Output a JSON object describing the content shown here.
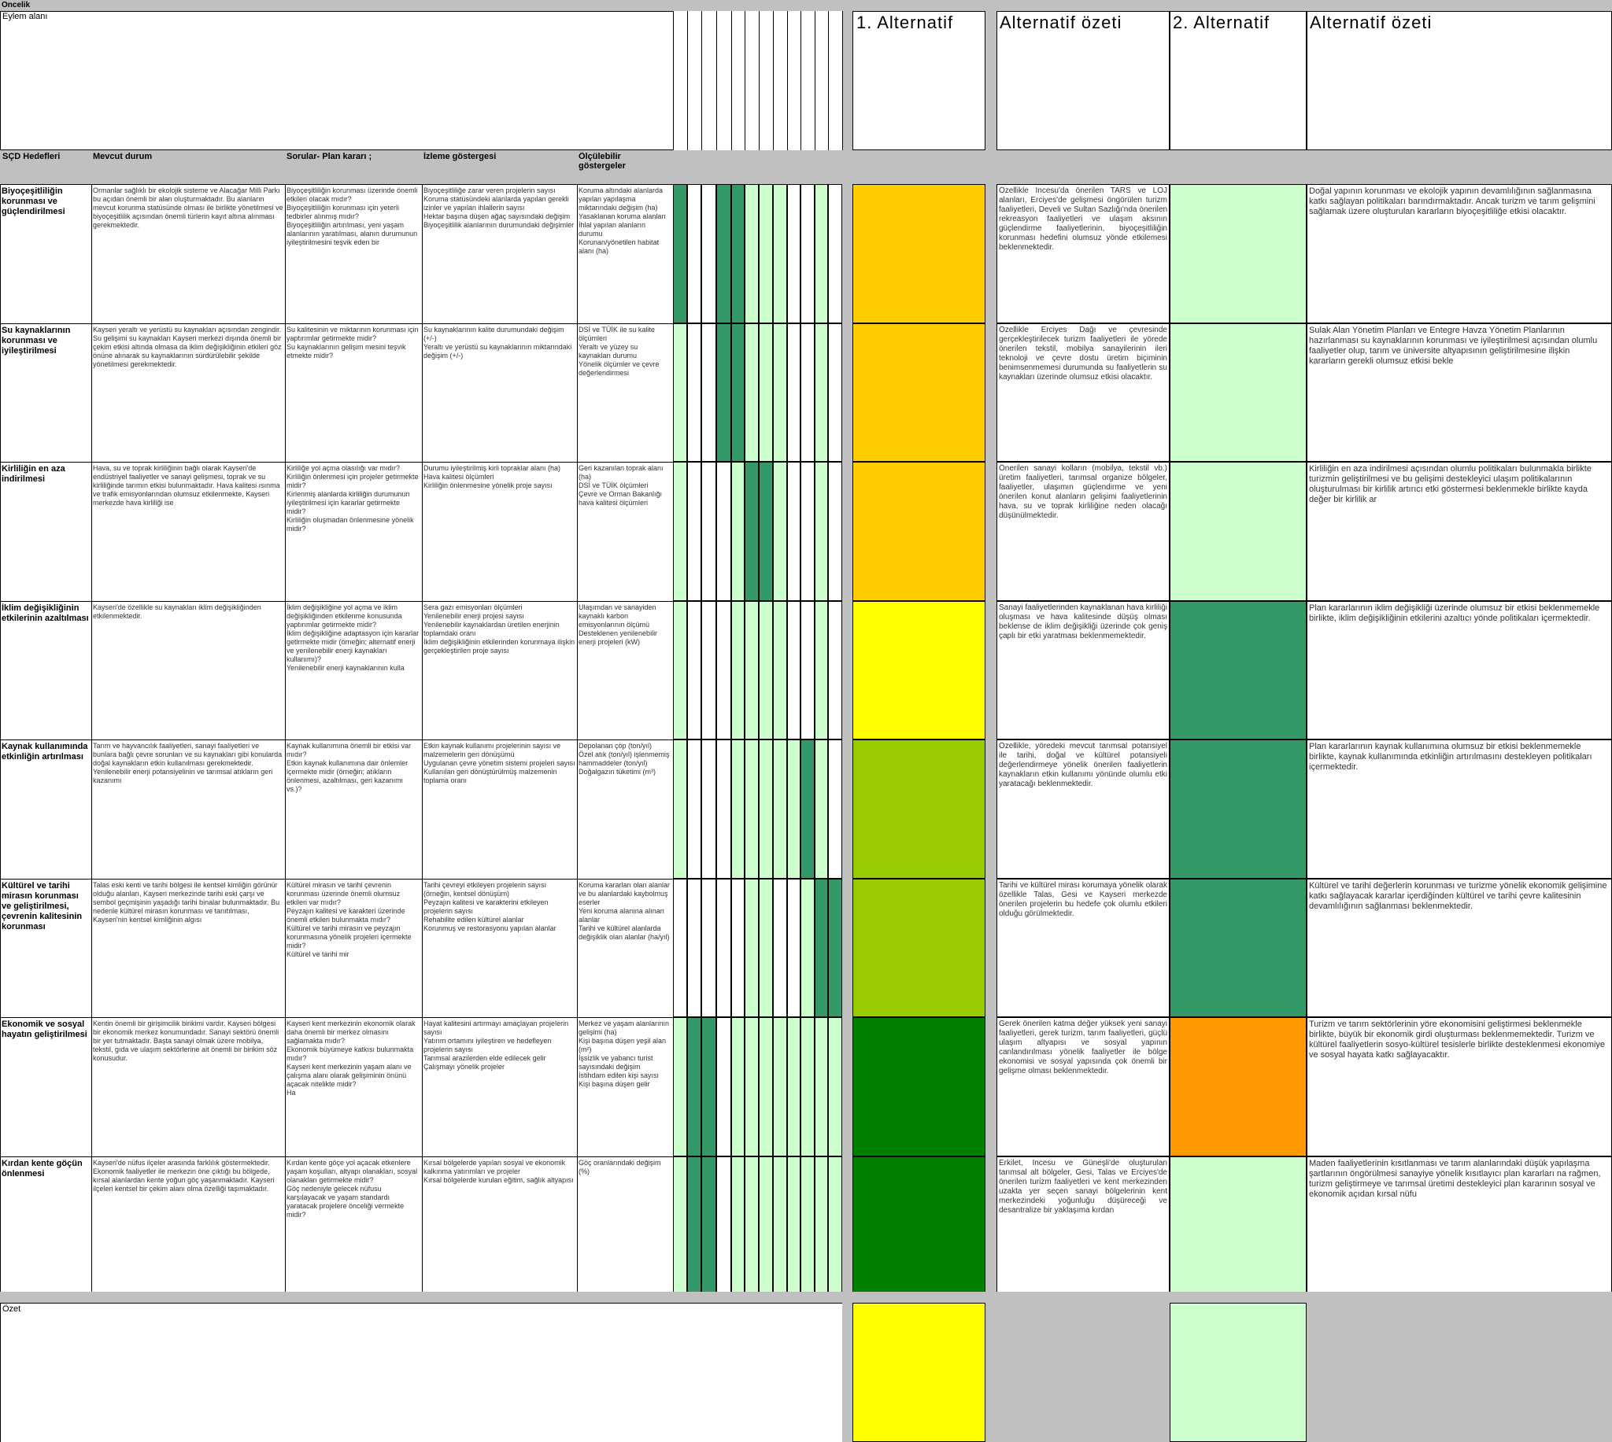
{
  "colors": {
    "header_gray": "#c0c0c0",
    "orange_light": "#ffcc00",
    "yellow": "#ffff00",
    "yellow_green": "#99cc00",
    "green_dark": "#008000",
    "green_mid": "#339966",
    "green_light": "#ccffcc",
    "orange": "#ff9900"
  },
  "top": {
    "oncelik": "Öncelik",
    "eylem_alani": "Eylem alanı"
  },
  "alt_headers": {
    "alt1": "1. Alternatif",
    "alt1_summary": "Alternatif özeti",
    "alt2": "2. Alternatif",
    "alt2_summary": "Alternatif özeti"
  },
  "columns": {
    "scd": "SÇD Hedefleri",
    "mevcut": "Mevcut durum",
    "sorular": "Sorular- Plan kararı ;",
    "izleme": "İzleme göstergesi",
    "olculebilir": "Ölçülebilir\ngöstergeler"
  },
  "rows": [
    {
      "title": "Biyoçeşitliliğin korunması ve güçlendirilmesi",
      "mevcut": "Ormanlar sağlıklı bir ekolojik sisteme ve Alacağar Milli Parkı bu açıdan önemli bir alan oluşturmaktadır. Bu alanların mevcut korunma statüsünde olması ile birlikte yönetilmesi ve biyoçeşitlilik açısından önemli türlerin kayıt altına alınması gerekmektedir.",
      "sorular": "Biyoçeşitliliğin korunması üzerinde önemli etkileri olacak mıdır?\nBiyoçeşitliliğin korunması için yeterli tedbirler alınmış mıdır?\nBiyoçeşitliliğin artırılması, yeni yaşam alanlarının yaratılması, alanın durumunun iyileştirilmesini teşvik eden bir",
      "izleme": "Biyoçeşitliliğe zarar veren projelerin sayısı\nKoruma statüsündeki alanlarda yapılan gerekli izinler ve yapılan ihlallerin sayısı\nHektar başına düşen ağaç sayısındaki değişim\nBiyoçeşitlilik alanlarının durumundaki değişimler",
      "olculebilir": "Koruma altındaki alanlarda yapılan yapılaşma miktarındaki değişim (ha)\nYasaklanan koruma alanları\nİhlal yapılan alanların durumu\nKorunan/yönetilen habitat alanı (ha)",
      "alt1_summary": "Özellikle İncesu'da önerilen TARS ve LOJ alanları, Erciyes'de gelişmesi öngörülen turizm faaliyetleri, Develi ve Sultan Sazlığı'nda önerilen rekreasyon faaliyetleri ve ulaşım aksının güçlendirme faaliyetlerinin, biyoçeşitliliğin korunması hedefini olumsuz yönde etkilemesi beklenmektedir.",
      "alt2_summary": "Doğal yapının korunması ve ekolojik yapının devamlılığının sağlanmasına katkı sağlayan politikaları barındırmaktadır. Ancak turizm ve tarım gelişmini sağlamak üzere oluşturulan kararların biyoçeşitliliğe etkisi olacaktır.",
      "alt1_color": "#ffcc00",
      "alt2_color": "#ccffcc",
      "grid": [
        "#339966",
        "#ffffff",
        "#ffffff",
        "#339966",
        "#339966",
        "#ccffcc",
        "#ccffcc",
        "#ccffcc",
        "#ffffff",
        "#ffffff",
        "#ccffcc",
        "#ffffff"
      ]
    },
    {
      "title": "Su kaynaklarının korunması ve iyileştirilmesi",
      "mevcut": "Kayseri yeraltı ve yerüstü su kaynakları açısından zengindir. Su gelişimi su kaynakları Kayseri merkezi dışında önemli bir çekim etkisi altında olmasa da iklim değişikliğinin etkileri göz önüne alınarak su kaynaklarının sürdürülebilir şekilde yönetilmesi gerekmektedir.",
      "sorular": "Su kalitesinin ve miktarının korunması için yaptırımlar getirmekte midir?\nSu kaynaklarının gelişim mesini teşvik etmekte midir?",
      "izleme": "Su kaynaklarının kalite durumundaki değişim (+/-)\nYeraltı ve yerüstü su kaynaklarının miktarındaki değişim (+/-)",
      "olculebilir": "DSİ ve TÜİK ile su kalite ölçümleri\nYeraltı ve yüzey su kaynakları durumu\nYönelik ölçümler ve çevre değerlendirmesi",
      "alt1_summary": "Özellikle Erciyes Dağı ve çevresinde gerçekleştirilecek turizm faaliyetleri ile yörede önerilen tekstil, mobilya sanayilerinin ileri teknoloji ve çevre dostu üretim biçiminin benimsenmemesi durumunda su faaliyetlerin su kaynakları üzerinde olumsuz etkisi olacaktır.",
      "alt2_summary": "Sulak Alan Yönetim Planları ve Entegre Havza Yönetim Planlarının hazırlanması su kaynaklarının korunması ve iyileştirilmesi açısından olumlu faaliyetler olup, tarım ve üniversite altyapısının geliştirilmesine ilişkin kararların gerekli olumsuz etkisi bekle",
      "alt1_color": "#ffcc00",
      "alt2_color": "#ccffcc",
      "grid": [
        "#ccffcc",
        "#ffffff",
        "#ffffff",
        "#339966",
        "#339966",
        "#ccffcc",
        "#ccffcc",
        "#ccffcc",
        "#ffffff",
        "#ffffff",
        "#ccffcc",
        "#ffffff"
      ]
    },
    {
      "title": "Kirliliğin en aza indirilmesi",
      "mevcut": "Hava, su ve toprak kirliliğinin bağlı olarak Kayseri'de endüstriyel faaliyetler ve sanayi gelişmesi, toprak ve su kirliliğinde tarımın etkisi bulunmaktadır. Hava kalitesi ısınma ve trafik emisyonlarından olumsuz etkilenmekte, Kayseri merkezde hava kirliliği ise",
      "sorular": "Kirliliğe yol açma olasılığı var mıdır?\nKirliliğin önlenmesi için projeler getirmekte midir?\nKirlenmiş alanlarda kirliliğin durumunun iyileştirilmesi için kararlar getirmekte midir?\nKirliliğin oluşmadan önlenmesine yönelik midir?",
      "izleme": "Durumu iyileştirilmiş kirli topraklar alanı (ha)\nHava kalitesi ölçümleri\nKirliliğin önlenmesine yönelik proje sayısı",
      "olculebilir": "Geri kazanılan toprak alanı (ha)\nDSİ ve TÜİK ölçümleri\nÇevre ve Orman Bakanlığı hava kalitesi ölçümleri",
      "alt1_summary": "Önerilen sanayi kolların (mobilya, tekstil vb.) üretim faaliyetleri, tarımsal organize bölgeler, faaliyetler, ulaşımın güçlendirme ve yeni önerilen konut alanların gelişimi faaliyetlerinin hava, su ve toprak kirliliğine neden olacağı düşünülmektedir.",
      "alt2_summary": "Kirliliğin en aza indirilmesi açısından olumlu politikaları bulunmakla birlikte turizmin geliştirilmesi ve bu gelişimi destekleyici ulaşım politikalarının oluşturulması bir kirlilik artırıcı etki göstermesi beklenmekle birlikte kayda değer bir kirlilik ar",
      "alt1_color": "#ffcc00",
      "alt2_color": "#ccffcc",
      "grid": [
        "#ccffcc",
        "#ffffff",
        "#ffffff",
        "#ffffff",
        "#ccffcc",
        "#339966",
        "#339966",
        "#ccffcc",
        "#ffffff",
        "#ffffff",
        "#ccffcc",
        "#ffffff"
      ]
    },
    {
      "title": "İklim değişikliğinin etkilerinin azaltılması",
      "mevcut": "Kayseri'de özellikle su kaynakları iklim değişikliğinden etkilenmektedir.",
      "sorular": "İklim değişikliğine yol açma ve iklim değişikliğinden etkilenme konusunda yaptırımlar getirmekte midir?\nİklim değişikliğine adaptasyon için kararlar getirmekte midir (örneğin; alternatif enerji ve yenilenebilir enerji kaynakları kullanımı)?\nYenilenebilir enerji kaynaklarının kulla",
      "izleme": "Sera gazı emisyonları ölçümleri\nYenilenebilir enerji projesi sayısı\nYenilenebilir kaynaklardan üretilen enerjinin toplamdaki oranı\nİklim değişikliğinin etkilerinden korunmaya ilişkin gerçekleştirilen proje sayısı",
      "olculebilir": "Ulaşımdan ve sanayiden kaynaklı karbon emisyonlarının ölçümü\nDesteklenen yenilenebilir enerji projeleri (kW)",
      "alt1_summary": "Sanayi faaliyetlerinden kaynaklanan hava kirliliği oluşması ve hava kalitesinde düşüş olması beklense de iklim değişikliği üzerinde çok geniş çaplı bir etki yaratması beklenmemektedir.",
      "alt2_summary": "Plan kararlarının iklim değişikliği üzerinde olumsuz bir etkisi beklenmemekle birlikte, iklim değişikliğinin etkilerini azaltıcı yönde politikaları içermektedir.",
      "alt1_color": "#ffff00",
      "alt2_color": "#339966",
      "grid": [
        "#ccffcc",
        "#ffffff",
        "#ffffff",
        "#ffffff",
        "#ccffcc",
        "#ccffcc",
        "#ccffcc",
        "#ccffcc",
        "#ffffff",
        "#ffffff",
        "#ccffcc",
        "#ffffff"
      ]
    },
    {
      "title": "Kaynak kullanımında etkinliğin artırılması",
      "mevcut": "Tarım ve hayvancılık faaliyetleri, sanayi faaliyetleri ve bunlara bağlı çevre sorunları ve su kaynakları gibi konularda doğal kaynakların etkin kullanılması gerekmektedir. Yenilenebilir enerji potansiyelinin ve tarımsal atıkların geri kazanımı",
      "sorular": "Kaynak kullanımına önemli bir etkisi var mıdır?\nEtkin kaynak kullanımına dair önlemler içermekte midir (örneğin; atıkların önlenmesi, azaltılması, geri kazanımı vs.)?",
      "izleme": "Etkin kaynak kullanımı projelerinin sayısı ve malzemelerin geri dönüşümü\nUygulanan çevre yönetim sistemi projeleri sayısı\nKullanılan geri dönüştürülmüş malzemenin toplama oranı",
      "olculebilir": "Depolanan çöp (ton/yıl)\nÖzel atık (ton/yıl) işlenmemiş hammaddeler (ton/yıl)\nDoğalgazın tüketimi (m³)",
      "alt1_summary": "Özellikle, yöredeki mevcut tarımsal potansiyel ile tarihi, doğal ve kültürel potansiyeli değerlendirmeye yönelik önerilen faaliyetlerin kaynakların etkin kullanımı yönünde olumlu etki yaratacağı beklenmektedir.",
      "alt2_summary": "Plan kararlarının kaynak kullanımına olumsuz bir etkisi beklenmemekle birlikte, kaynak kullanımında etkinliğin artırılmasını destekleyen politikaları içermektedir.",
      "alt1_color": "#99cc00",
      "alt2_color": "#339966",
      "grid": [
        "#ccffcc",
        "#ffffff",
        "#ffffff",
        "#ffffff",
        "#ccffcc",
        "#ccffcc",
        "#ccffcc",
        "#ccffcc",
        "#ccffcc",
        "#339966",
        "#ccffcc",
        "#ffffff"
      ]
    },
    {
      "title": "Kültürel ve tarihi mirasın korunması ve geliştirilmesi, çevrenin kalitesinin korunması",
      "mevcut": "Talas eski kenti ve tarihi bölgesi ile kentsel kimliğin görünür olduğu alanları, Kayseri merkezinde tarihi eski çarşı ve sembol geçmişinin yaşadığı tarihi binalar bulunmaktadır. Bu nedenle kültürel mirasın korunması ve tanıtılması, Kayseri'nin kentsel kimliğinin algısı",
      "sorular": "Kültürel mirasın ve tarihi çevrenin korunması üzerinde önemli olumsuz etkileri var mıdır?\nPeyzajın kalitesi ve karakteri üzerinde önemli etkileri bulunmakta mıdır?\nKültürel ve tarihi mirasın ve peyzajın korunmasına yönelik projeleri içermekte midir?\nKültürel ve tarihi mir",
      "izleme": "Tarihi çevreyi etkileyen projelerin sayısı (örneğin, kentsel dönüşüm)\nPeyzajın kalitesi ve karakterini etkileyen projelerin sayısı\nRehabilite edilen kültürel alanlar\nKorunmuş ve restorasyonu yapılan alanlar",
      "olculebilir": "Koruma kararları olan alanlar ve bu alanlardaki kaybolmuş eserler\nYeni koruma alanına alınan alanlar\nTarihi ve kültürel alanlarda değişiklik olan alanlar (ha/yıl)",
      "alt1_summary": "Tarihi ve kültürel mirası korumaya yönelik olarak özellikle Talas, Gesi ve Kayseri merkezde önerilen projelerin bu hedefe çok olumlu etkileri olduğu görülmektedir.",
      "alt2_summary": "Kültürel ve tarihi değerlerin korunması ve turizme yönelik ekonomik gelişimine katkı sağlayacak kararlar içerdiğinden kültürel ve tarihi çevre kalitesinin devamlılığının sağlanması beklenmektedir.",
      "alt1_color": "#99cc00",
      "alt2_color": "#339966",
      "grid": [
        "#ffffff",
        "#ffffff",
        "#ffffff",
        "#ffffff",
        "#ffffff",
        "#ccffcc",
        "#ccffcc",
        "#ffffff",
        "#ffffff",
        "#ccffcc",
        "#339966",
        "#339966"
      ]
    },
    {
      "title": "Ekonomik ve sosyal hayatın geliştirilmesi",
      "mevcut": "Kentin önemli bir girişimcilik birikimi vardır. Kayseri bölgesi bir ekonomik merkez konumundadır. Sanayi sektörü önemli bir yer tutmaktadır. Başta sanayi olmak üzere mobilya, tekstil, gıda ve ulaşım sektörlerine ait önemli bir birikim söz konusudur.",
      "sorular": "Kayseri kent merkezinin ekonomik olarak daha önemli bir merkez olmasını sağlamakta mıdır?\nEkonomik büyümeye katkısı bulunmakta mıdır?\nKayseri kent merkezinin yaşam alanı ve çalışma alanı olarak gelişiminin önünü açacak nitelikte midir?\nHa",
      "izleme": "Hayat kalitesini artırmayı amaçlayan projelerin sayısı\nYatırım ortamını iyileştiren ve hedefleyen projelerin sayısı\nTarımsal arazilerden elde edilecek gelir\nÇalışmayı yönelik projeler",
      "olculebilir": "Merkez ve yaşam alanlarının gelişimi (ha)\nKişi başına düşen yeşil alan (m²)\nİşsizlik ve yabancı turist sayısındaki değişim\nİstihdam edilen kişi sayısı\nKişi başına düşen gelir",
      "alt1_summary": "Gerek önerilen katma değer yüksek yeni sanayi faaliyetleri, gerek turizm, tarım faaliyetleri, güçlü ulaşım altyapısı ve sosyal yapının canlandırılması yönelik faaliyetler ile bölge ekonomisi ve sosyal yapısında çok önemli bir gelişme olması beklenmektedir.",
      "alt2_summary": "Turizm ve tarım sektörlerinin yöre ekonomisini geliştirmesi beklenmekle birlikte, büyük bir ekonomik girdi oluşturması beklenmemektedir. Turizm ve kültürel faaliyetlerin sosyo-kültürel tesislerle birlikte desteklenmesi ekonomiye ve sosyal hayata katkı sağlayacaktır.",
      "alt1_color": "#008000",
      "alt2_color": "#ff9900",
      "grid": [
        "#ccffcc",
        "#339966",
        "#339966",
        "#ffffff",
        "#ccffcc",
        "#ccffcc",
        "#ccffcc",
        "#ccffcc",
        "#ccffcc",
        "#ccffcc",
        "#ccffcc",
        "#ccffcc"
      ]
    },
    {
      "title": "Kırdan kente göçün önlenmesi",
      "mevcut": "Kayseri'de nüfus ilçeler arasında farklılık göstermektedir. Ekonomik faaliyetler ile merkezin öne çıktığı bu bölgede, kırsal alanlardan kente yoğun göç yaşanmaktadır. Kayseri ilçeleri kentsel bir çekim alanı olma özelliği taşımaktadır.",
      "sorular": "Kırdan kente göçe yol açacak etkenlere yaşam koşulları, altyapı olanakları, sosyal olanakları getirmekte midir?\nGöç nedeniyle gelecek nüfusu karşılayacak ve yaşam standardı yaratacak projelere önceliği vermekte midir?",
      "izleme": "Kırsal bölgelerde yapılan sosyal ve ekonomik kalkınma yatırımları ve projeler\nKırsal bölgelerde kurulan eğitim, sağlık altyapısı",
      "olculebilir": "Göç oranlarındaki değişim (%)",
      "alt1_summary": "Erkilet, İncesu ve Güneşli'de oluşturulan tarımsal alt bölgeler, Gesi, Talas ve Erciyes'de önerilen turizm faaliyetleri ve kent merkezinden uzakta yer seçen sanayi bölgelerinin kent merkezindeki yoğunluğu düşüreceği ve desantralize bir yaklaşıma kırdan",
      "alt2_summary": "Maden faaliyetlerinin kısıtlanması ve tarım alanlarındaki düşük yapılaşma şartlarının öngörülmesi sanayiye yönelik kısıtlayıcı plan kararları na rağmen, turizm geliştirmeye ve tarımsal üretimi destekleyici plan kararının sosyal ve ekonomik açıdan kırsal nüfu",
      "alt1_color": "#008000",
      "alt2_color": "#ccffcc",
      "grid": [
        "#ccffcc",
        "#339966",
        "#339966",
        "#ffffff",
        "#ccffcc",
        "#ccffcc",
        "#ccffcc",
        "#ccffcc",
        "#ccffcc",
        "#ccffcc",
        "#ccffcc",
        "#ccffcc"
      ]
    }
  ],
  "summary": {
    "label": "Özet",
    "alt1_color": "#ffff00",
    "alt2_color": "#ccffcc"
  }
}
